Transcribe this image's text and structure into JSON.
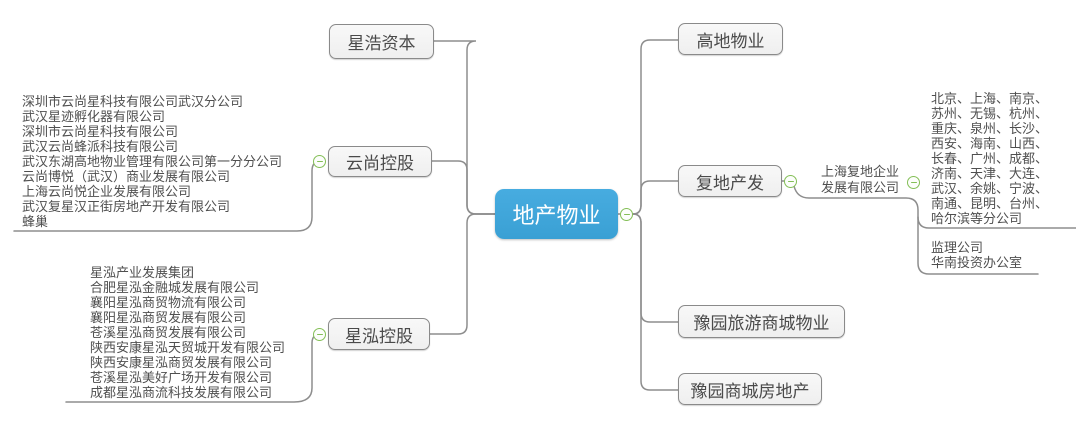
{
  "diagram": {
    "root": "地产物业",
    "left": {
      "xinghao": "星浩资本",
      "yunshang": {
        "label": "云尚控股",
        "companies": [
          "深圳市云尚星科技有限公司武汉分公司",
          "武汉星迹孵化器有限公司",
          "深圳市云尚星科技有限公司",
          "武汉云尚蜂派科技有限公司",
          "武汉东湖高地物业管理有限公司第一分分公司",
          "云尚博悦（武汉）商业发展有限公司",
          "上海云尚悦企业发展有限公司",
          "武汉复星汉正街房地产开发有限公司",
          "蜂巢"
        ]
      },
      "xinghong": {
        "label": "星泓控股",
        "companies": [
          "星泓产业发展集团",
          "合肥星泓金融城发展有限公司",
          "襄阳星泓商贸物流有限公司",
          "襄阳星泓商贸发展有限公司",
          "苍溪星泓商贸发展有限公司",
          "陕西安康星泓天贸城开发有限公司",
          "陕西安康星泓商贸发展有限公司",
          "苍溪星泓美好广场开发有限公司",
          "成都星泓商流科技发展有限公司"
        ]
      }
    },
    "right": {
      "gaodi": "高地物业",
      "fudi": {
        "label": "复地产发",
        "subsidiary": {
          "label": [
            "上海复地企业",
            "发展有限公司"
          ],
          "branch_cities": [
            "北京、上海、南京、",
            "苏州、无锡、杭州、",
            "重庆、泉州、长沙、",
            "西安、海南、山西、",
            "长春、广州、成都、",
            "济南、天津、大连、",
            "武汉、余姚、宁波、",
            "南通、昆明、台州、",
            "哈尔滨等分公司"
          ],
          "offices": [
            "监理公司",
            "华南投资办公室"
          ]
        }
      },
      "yuyuan_tourism": "豫园旅游商城物业",
      "yuyuan_realestate": "豫园商城房地产"
    },
    "colors": {
      "root_bg": "#41a8dc",
      "node_bg": "#f4f4f4",
      "node_border": "#8a8a8a",
      "line": "#8d8d8d",
      "collapse_green": "#84bf57",
      "text": "#4a4a4a"
    },
    "icons": {
      "collapse": "minus-circle"
    }
  }
}
